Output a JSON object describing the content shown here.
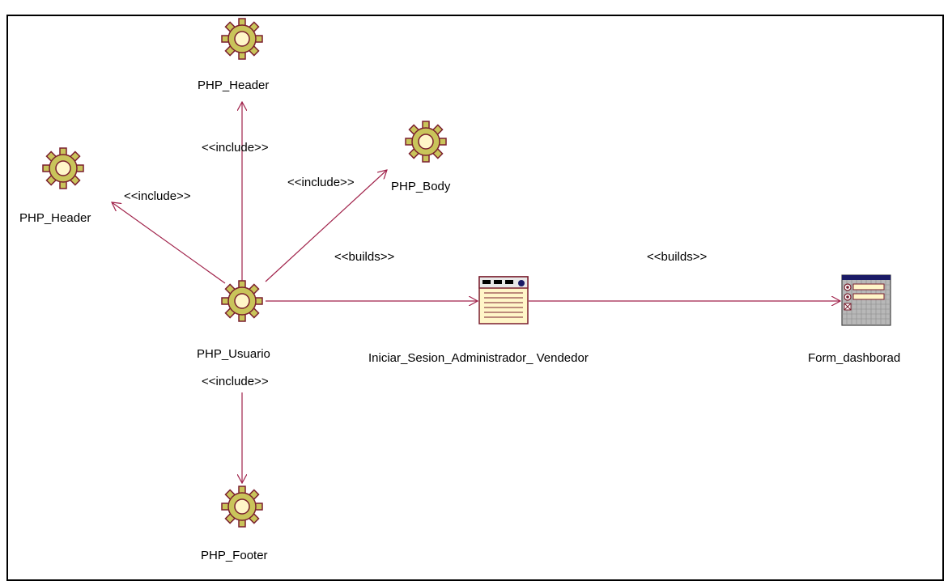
{
  "diagram": {
    "title": "",
    "nodes": {
      "php_header_top": "PHP_Header",
      "php_header_left": "PHP_Header",
      "php_body": "PHP_Body",
      "php_usuario": "PHP_Usuario",
      "php_footer": "PHP_Footer",
      "iniciar_sesion": "Iniciar_Sesion_Administrador_ Vendedor",
      "form_dashboard": "Form_dashborad"
    },
    "relations": {
      "include_up": "<<include>>",
      "include_left": "<<include>>",
      "include_body": "<<include>>",
      "include_down": "<<include>>",
      "builds_1": "<<builds>>",
      "builds_2": "<<builds>>"
    },
    "colors": {
      "connector": "#a0224a",
      "gear_fill": "#c9c45a",
      "gear_stroke": "#7a1f2e",
      "gear_center": "#fff6c8",
      "page_header": "#1a1a66"
    }
  }
}
